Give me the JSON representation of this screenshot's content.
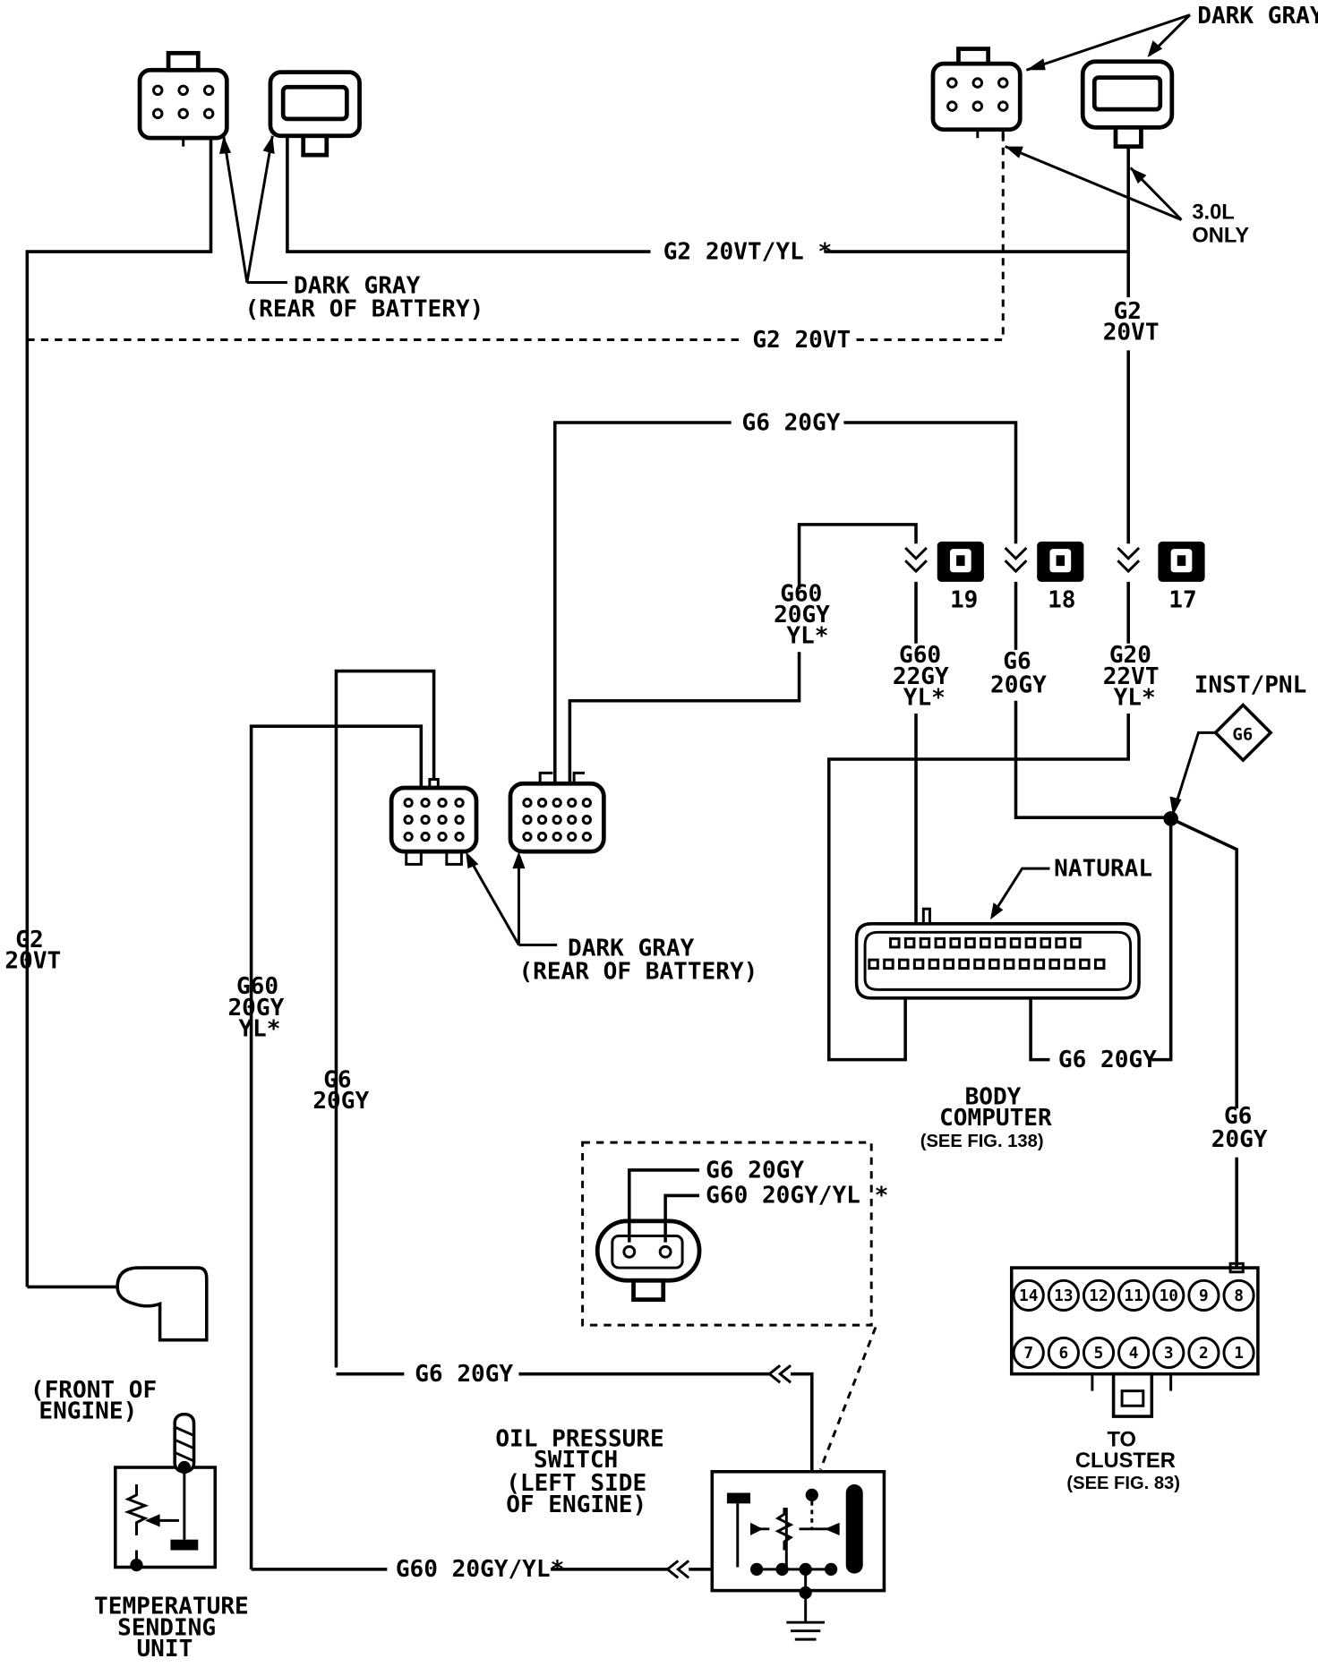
{
  "labels": {
    "dark_gray_top_right": "DARK GRAY",
    "dark_gray_rear_battery_top": "DARK GRAY",
    "rear_of_battery_top": "(REAR OF BATTERY)",
    "dark_gray_rear_battery_mid": "DARK GRAY",
    "rear_of_battery_mid": "(REAR OF BATTERY)",
    "engine_30l": "3.0L",
    "engine_only": "ONLY",
    "inst_pnl": "INST/PNL",
    "ground_g6": "G6",
    "natural": "NATURAL",
    "body_computer_line1": "BODY",
    "body_computer_line2": "COMPUTER",
    "body_computer_ref": "(SEE FIG. 138)",
    "to_cluster_line1": "TO",
    "to_cluster_line2": "CLUSTER",
    "to_cluster_ref": "(SEE FIG. 83)",
    "front_of_engine_line1": "(FRONT OF",
    "front_of_engine_line2": "ENGINE)",
    "temp_sending_line1": "TEMPERATURE",
    "temp_sending_line2": "SENDING",
    "temp_sending_line3": "UNIT",
    "oil_switch_line1": "OIL PRESSURE",
    "oil_switch_line2": "SWITCH",
    "oil_switch_line3": "(LEFT SIDE",
    "oil_switch_line4": "OF ENGINE)"
  },
  "wires": {
    "g2_top": "G2 20VT/YL *",
    "g2_dashed": "G2 20VT",
    "g2_right_1": "G2",
    "g2_right_2": "20VT",
    "g6_top": "G6 20GY",
    "g60_left_1": "G60",
    "g60_left_2": "20GY",
    "g60_left_3": "YL*",
    "g60_mid_1": "G60",
    "g60_mid_2": "22GY",
    "g60_mid_3": "YL*",
    "g6_mid_1": "G6",
    "g6_mid_2": "20GY",
    "g20_1": "G20",
    "g20_2": "22VT",
    "g20_3": "YL*",
    "g2_left_1": "G2",
    "g2_left_2": "20VT",
    "g60_far_1": "G60",
    "g60_far_2": "20GY",
    "g60_far_3": "YL*",
    "g6_vert_1": "G6",
    "g6_vert_2": "20GY",
    "g6_body": "G6 20GY",
    "g6_cluster_1": "G6",
    "g6_cluster_2": "20GY",
    "inset_g6": "G6 20GY",
    "inset_g60": "G60 20GY/YL *",
    "g6_oil": "G6 20GY",
    "g60_oil": "G60 20GY/YL*"
  },
  "connectors": {
    "c19": "19",
    "c18": "18",
    "c17": "17"
  },
  "cluster_pins_top": [
    "14",
    "13",
    "12",
    "11",
    "10",
    "9",
    "8"
  ],
  "cluster_pins_bottom": [
    "7",
    "6",
    "5",
    "4",
    "3",
    "2",
    "1"
  ]
}
